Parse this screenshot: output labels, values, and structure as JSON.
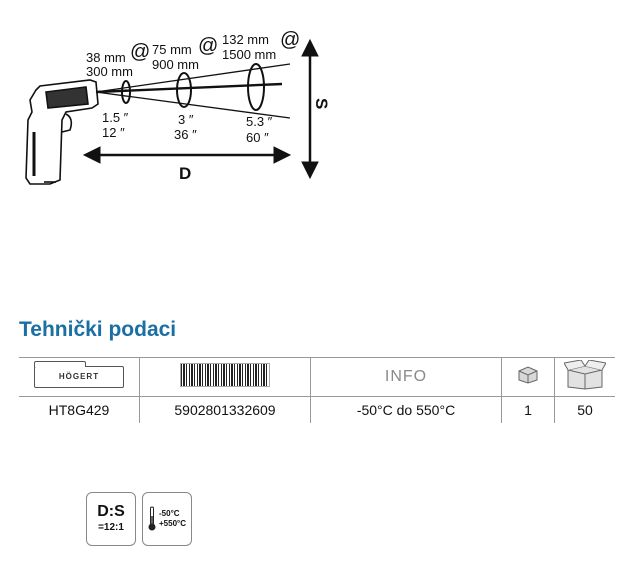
{
  "diagram": {
    "spots": [
      {
        "size_mm": "38 mm",
        "at": "@",
        "distance_mm": "300 mm",
        "size_in": "1.5 ″",
        "distance_in": "12 ″"
      },
      {
        "size_mm": "75 mm",
        "at": "@",
        "distance_mm": "900 mm",
        "size_in": "3 ″",
        "distance_in": "36 ″"
      },
      {
        "size_mm": "132 mm",
        "at": "@",
        "distance_mm": "1500 mm",
        "size_in": "5.3 ″",
        "distance_in": "60 ″"
      }
    ],
    "distance_label": "D",
    "spot_label": "S"
  },
  "section": {
    "title": "Tehnički podaci"
  },
  "table": {
    "header": {
      "brand": "HÖGERT",
      "info": "INFO"
    },
    "header_icons": [
      "brand-label-icon",
      "barcode-icon",
      "single-box-icon",
      "carton-box-icon"
    ],
    "row": {
      "code": "HT8G429",
      "ean": "5902801332609",
      "range": "-50°C do 550°C",
      "qty_single": "1",
      "qty_carton": "50"
    }
  },
  "badges": {
    "ds": {
      "top": "D:S",
      "ratio": "=12:1"
    },
    "temp": {
      "min": "-50°C",
      "max": "+550°C"
    }
  }
}
